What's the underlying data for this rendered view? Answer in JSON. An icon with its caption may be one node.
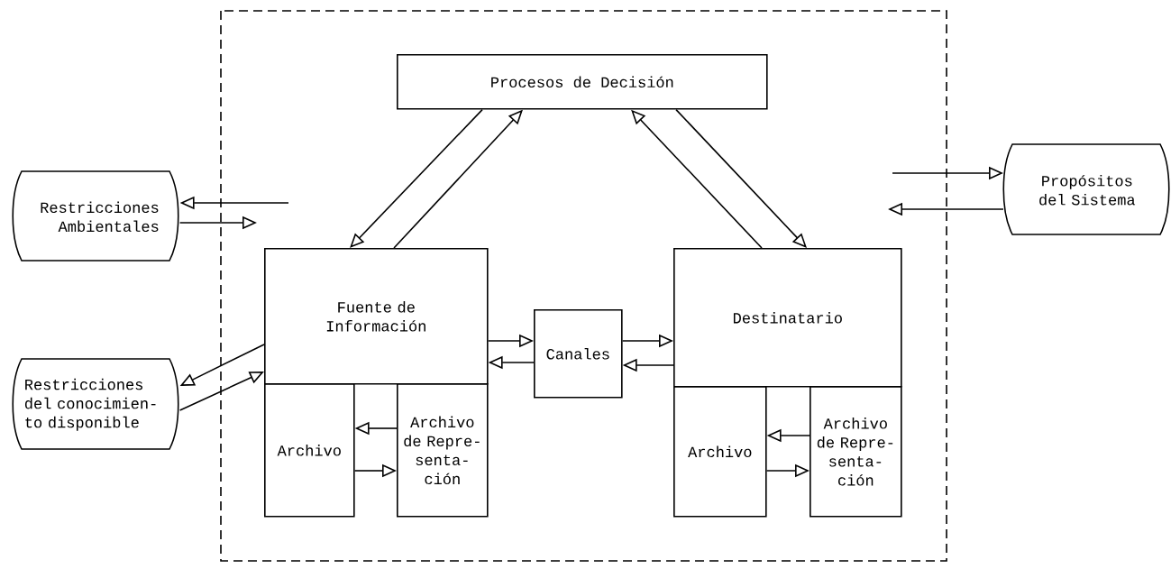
{
  "diagram": {
    "nodes": [
      {
        "text": [
          "Procesos de Decisión"
        ]
      },
      {
        "text": [
          "Restricciones Ambientales"
        ]
      },
      {
        "text": [
          "Propósitos del Sistema"
        ]
      },
      {
        "text": [
          "Fuente de Información"
        ]
      },
      {
        "text": [
          "Canales"
        ]
      },
      {
        "text": [
          "Destinatario"
        ]
      },
      {
        "text": [
          "Restricciones del conocimien- to disponible"
        ]
      },
      {
        "text": [
          "Archivo"
        ]
      },
      {
        "text": [
          "Archivo de Repre- senta- ción"
        ]
      },
      {
        "text": [
          "Archivo"
        ]
      },
      {
        "text": [
          "Archivo de Repre- senta- ción"
        ]
      }
    ],
    "edges": [
      {
        "from": 0,
        "to": 3,
        "arrow": "to"
      },
      {
        "from": 3,
        "to": 0,
        "arrow": "to"
      },
      {
        "from": 5,
        "to": 0,
        "arrow": "to"
      },
      {
        "from": 0,
        "to": 5,
        "arrow": "to"
      },
      {
        "from": 3,
        "to": 4,
        "arrow": "to"
      },
      {
        "from": 4,
        "to": 3,
        "arrow": "to"
      },
      {
        "from": 4,
        "to": 5,
        "arrow": "to"
      },
      {
        "from": 5,
        "to": 4,
        "arrow": "to"
      },
      {
        "from": 8,
        "to": 7,
        "arrow": "to"
      },
      {
        "from": 7,
        "to": 8,
        "arrow": "to"
      },
      {
        "from": 10,
        "to": 9,
        "arrow": "to"
      },
      {
        "from": 9,
        "to": 10,
        "arrow": "to"
      },
      {
        "from": null,
        "to": 1,
        "arrow": "to"
      },
      {
        "from": 1,
        "to": null,
        "arrow": "to"
      },
      {
        "from": 3,
        "to": 6,
        "arrow": "to"
      },
      {
        "from": 6,
        "to": 3,
        "arrow": "to"
      },
      {
        "from": null,
        "to": 2,
        "arrow": "to"
      },
      {
        "from": 2,
        "to": null,
        "arrow": "to"
      }
    ]
  }
}
